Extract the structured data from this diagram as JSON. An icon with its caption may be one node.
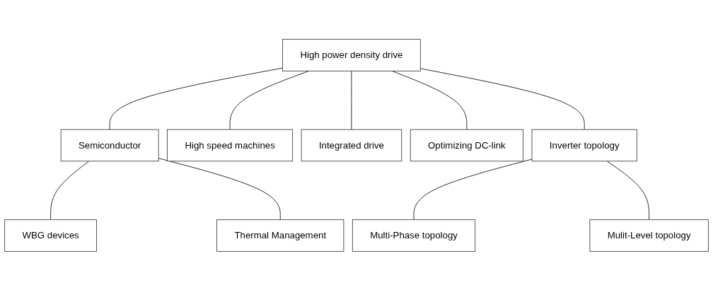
{
  "diagram": {
    "nodes": [
      {
        "text": [
          "High power density drive"
        ]
      },
      {
        "text": [
          "Semiconductor"
        ]
      },
      {
        "text": [
          "WBG devices"
        ]
      },
      {
        "text": [
          "Thermal Management"
        ]
      },
      {
        "text": [
          "High speed machines"
        ]
      },
      {
        "text": [
          "Integrated drive"
        ]
      },
      {
        "text": [
          "Optimizing DC-link"
        ]
      },
      {
        "text": [
          "Inverter topology"
        ]
      },
      {
        "text": [
          "Multi-Phase topology"
        ]
      },
      {
        "text": [
          "Mulit-Level topology"
        ]
      }
    ],
    "edges": [
      {
        "from": 0,
        "to": 1,
        "arrow": "none"
      },
      {
        "from": 0,
        "to": 4,
        "arrow": "none"
      },
      {
        "from": 0,
        "to": 5,
        "arrow": "none"
      },
      {
        "from": 0,
        "to": 6,
        "arrow": "none"
      },
      {
        "from": 0,
        "to": 7,
        "arrow": "none"
      },
      {
        "from": 1,
        "to": 2,
        "arrow": "none"
      },
      {
        "from": 1,
        "to": 3,
        "arrow": "none"
      },
      {
        "from": 7,
        "to": 8,
        "arrow": "none"
      },
      {
        "from": 7,
        "to": 9,
        "arrow": "none"
      }
    ]
  }
}
